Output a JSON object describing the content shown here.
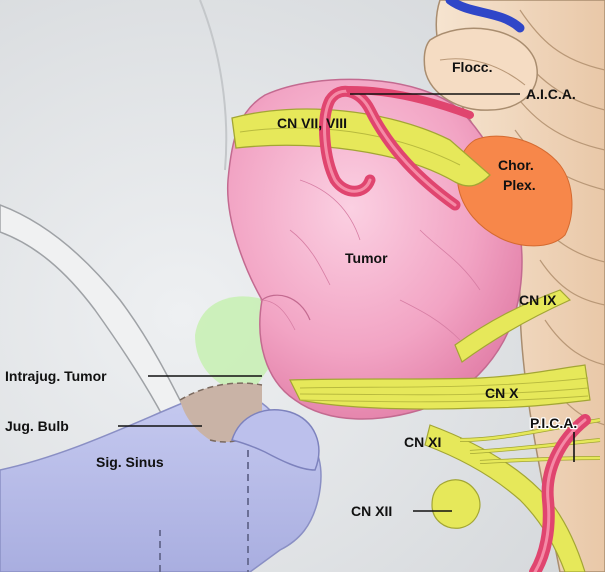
{
  "diagram": {
    "labels": {
      "flocc": "Flocc.",
      "aica": "A.I.C.A.",
      "cn_vii_viii": "CN VII, VIII",
      "chor_plex_line1": "Chor.",
      "chor_plex_line2": "Plex.",
      "tumor": "Tumor",
      "cn_ix": "CN IX",
      "intrajug_tumor": "Intrajug. Tumor",
      "cn_x": "CN X",
      "jug_bulb": "Jug. Bulb",
      "pica": "P.I.C.A.",
      "cn_xi": "CN XI",
      "sig_sinus": "Sig. Sinus",
      "cn_xii": "CN XII"
    },
    "colors": {
      "background": "#e4e6e8",
      "tumor": "#f2a4c4",
      "artery": "#e0456f",
      "nerve": "#e6e85a",
      "cerebellum": "#f3dcc4",
      "choroid_plexus": "#f7874a",
      "sinus": "#b9bde6",
      "intrajugular": "#c9b3a6",
      "bone": "#c9f0b5"
    }
  }
}
